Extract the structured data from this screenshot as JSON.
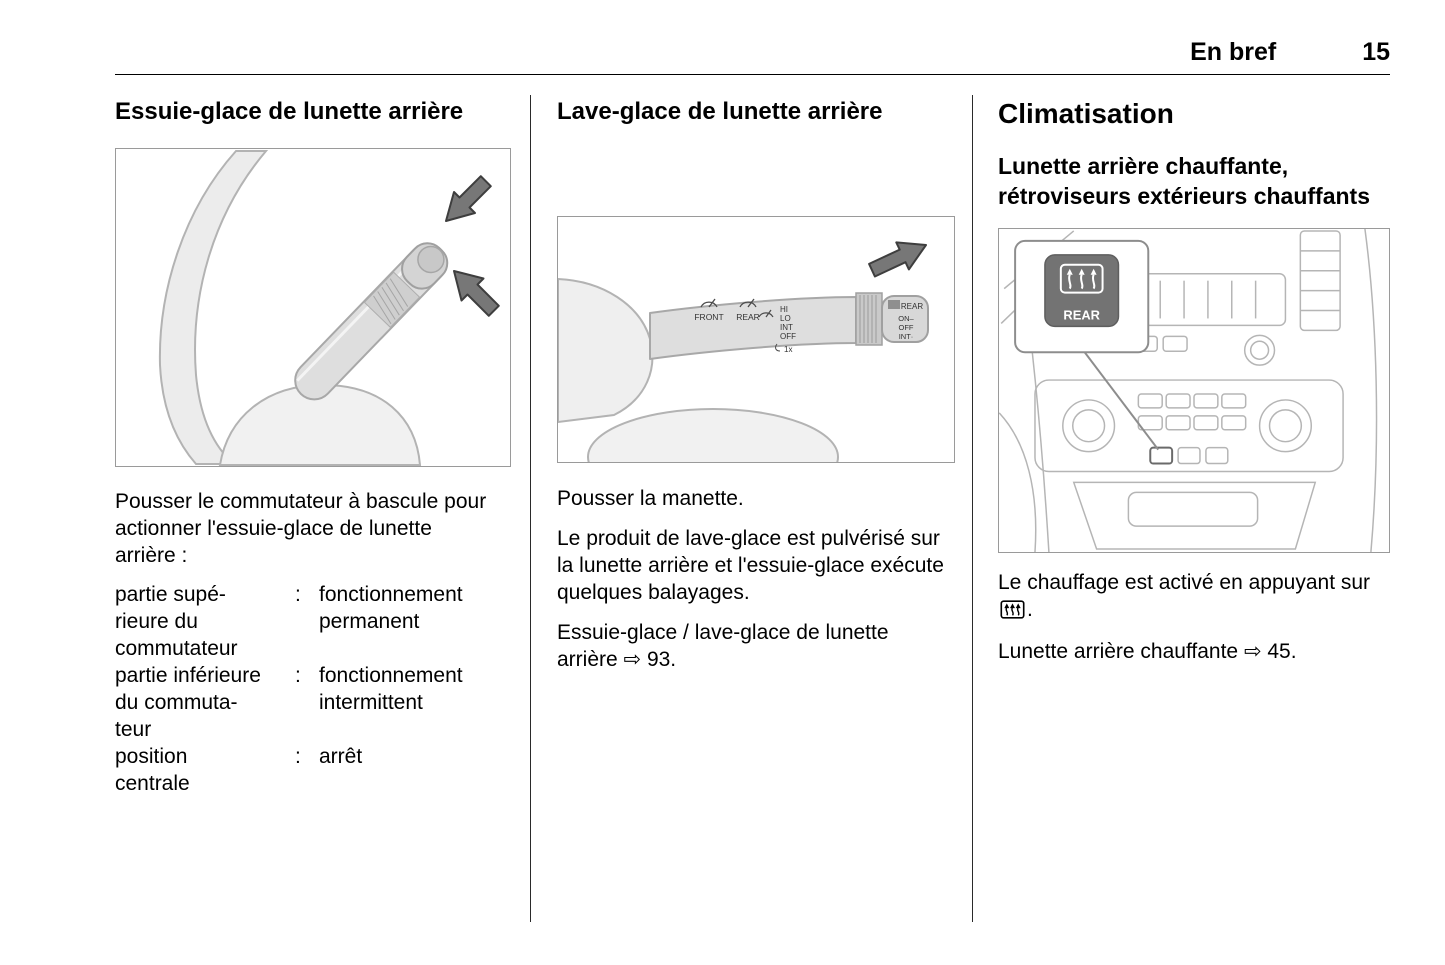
{
  "header": {
    "section_title": "En bref",
    "page_number": "15"
  },
  "col1": {
    "heading": "Essuie-glace de lunette arrière",
    "intro": "Pousser le commutateur à bascule pour actionner l'essuie-glace de lunette arrière :",
    "rows": [
      {
        "term": "partie supé-\nrieure du\ncommutateur",
        "sep": ":",
        "def": "fonctionnement permanent"
      },
      {
        "term": "partie inférieure\ndu commuta-\nteur",
        "sep": ":",
        "def": "fonctionnement intermittent"
      },
      {
        "term": "position\ncentrale",
        "sep": ":",
        "def": "arrêt"
      }
    ]
  },
  "col2": {
    "heading": "Lave-glace de lunette arrière",
    "p_push": "Pousser la manette.",
    "p_desc": "Le produit de lave-glace est pulvérisé sur la lunette arrière et l'essuie-glace exécute quelques balayages.",
    "p_ref": "Essuie-glace / lave-glace de lunette arrière ⇨ 93.",
    "labels": {
      "front": "FRONT",
      "rear": "REAR",
      "hi": "HI",
      "lo": "LO",
      "int": "INT",
      "off": "OFF",
      "once": "1x",
      "end_rear": "REAR",
      "end_on": "ON–",
      "end_off": "OFF",
      "end_int": "INT·"
    }
  },
  "col3": {
    "heading": "Climatisation",
    "subheading": "Lunette arrière chauffante, rétroviseurs extérieurs chauffants",
    "p_heat_before": "Le chauffage est activé en appuyant sur ",
    "p_heat_after": ".",
    "p_ref": "Lunette arrière chauffante ⇨ 45.",
    "button_label": "REAR"
  }
}
